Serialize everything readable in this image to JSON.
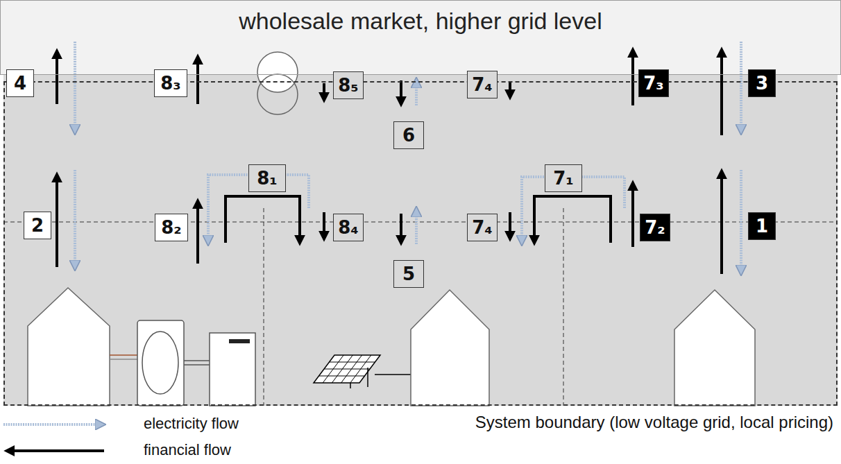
{
  "diagram": {
    "nodes": [
      {
        "text": [
          "wholesale market, higher grid level"
        ]
      },
      {
        "text": [
          "System boundary (low voltage grid, local pricing)"
        ]
      },
      {
        "text": [
          "4"
        ]
      },
      {
        "text": [
          "8₃"
        ]
      },
      {
        "text": [
          "8₅"
        ]
      },
      {
        "text": [
          "7₄"
        ]
      },
      {
        "text": [
          "7₃"
        ]
      },
      {
        "text": [
          "3"
        ]
      },
      {
        "text": [
          "6"
        ],
        "in": 1
      },
      {
        "text": [
          "8₁"
        ],
        "in": 1
      },
      {
        "text": [
          "7₁"
        ],
        "in": 1
      },
      {
        "text": [
          "2"
        ],
        "in": 1
      },
      {
        "text": [
          "8₂"
        ],
        "in": 1
      },
      {
        "text": [
          "8₄"
        ],
        "in": 1
      },
      {
        "text": [
          "7₄"
        ],
        "in": 1
      },
      {
        "text": [
          "7₂"
        ],
        "in": 1
      },
      {
        "text": [
          "1"
        ],
        "in": 1
      },
      {
        "text": [
          "5"
        ],
        "in": 1
      }
    ],
    "legend": [
      {
        "text": "electricity flow"
      },
      {
        "text": "financial flow"
      }
    ]
  }
}
